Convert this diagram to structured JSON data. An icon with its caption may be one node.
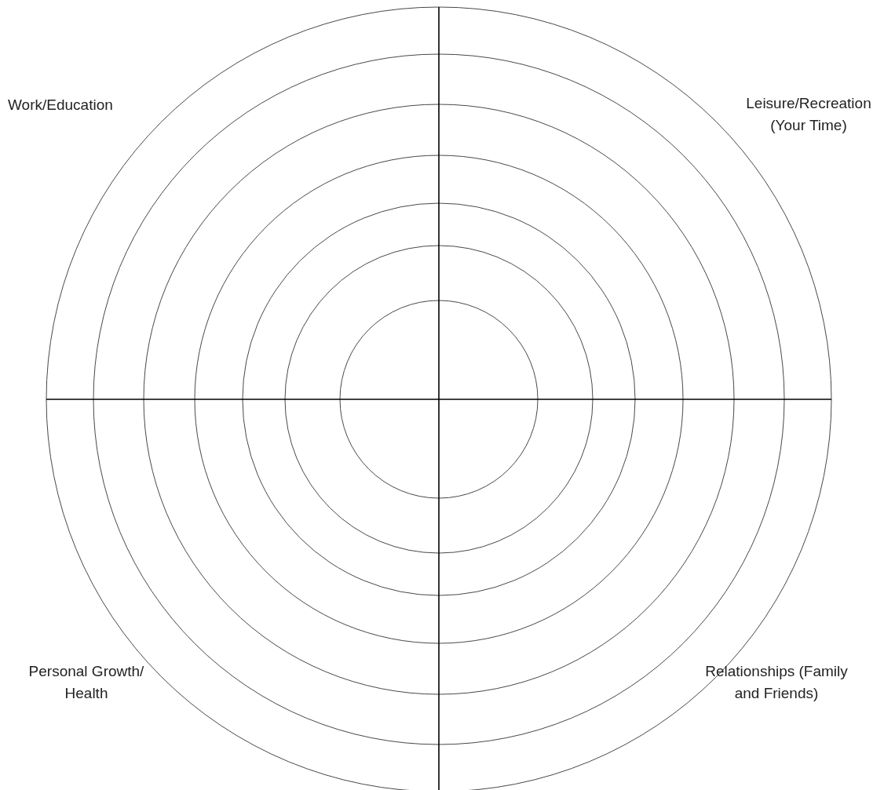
{
  "diagram": {
    "labels": [
      "Work/Education",
      "Leisure/Recreation (Your Time)",
      "Personal Growth/ Health",
      "Relationships (Family and Friends)"
    ]
  }
}
